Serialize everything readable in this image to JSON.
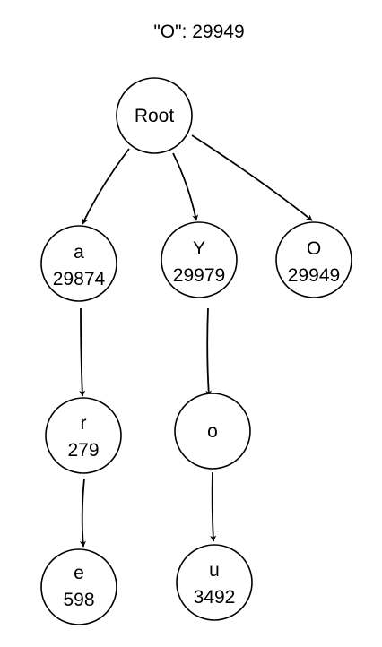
{
  "title": "\"O\": 29949",
  "nodes": [
    {
      "id": "root",
      "label": "Root",
      "count": ""
    },
    {
      "id": "a",
      "label": "a",
      "count": "29874"
    },
    {
      "id": "Y",
      "label": "Y",
      "count": "29979"
    },
    {
      "id": "O",
      "label": "O",
      "count": "29949"
    },
    {
      "id": "r",
      "label": "r",
      "count": "279"
    },
    {
      "id": "o",
      "label": "o",
      "count": ""
    },
    {
      "id": "e",
      "label": "e",
      "count": "598"
    },
    {
      "id": "u",
      "label": "u",
      "count": "3492"
    }
  ],
  "edges": [
    {
      "from": "root",
      "to": "a"
    },
    {
      "from": "root",
      "to": "Y"
    },
    {
      "from": "root",
      "to": "O"
    },
    {
      "from": "a",
      "to": "r"
    },
    {
      "from": "r",
      "to": "e"
    },
    {
      "from": "Y",
      "to": "o"
    },
    {
      "from": "o",
      "to": "u"
    }
  ]
}
